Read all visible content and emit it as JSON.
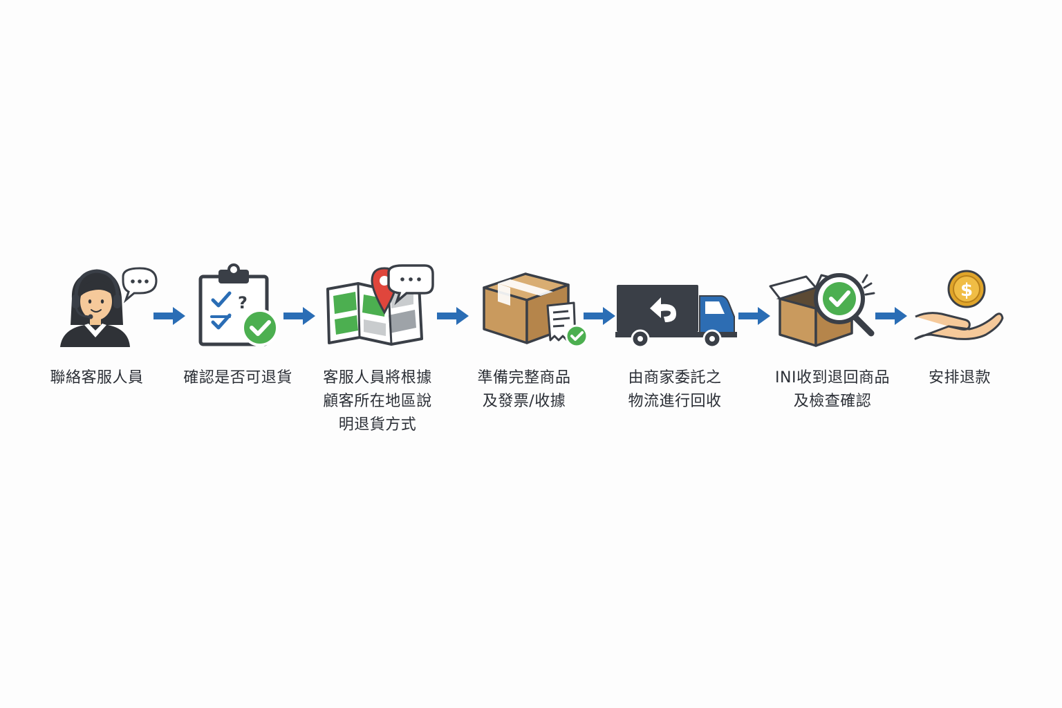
{
  "colors": {
    "arrow": "#2a6db5",
    "dark": "#3a3f47",
    "check": "#4caf50",
    "box": "#c99a5e",
    "truck_blue": "#2d6db3",
    "coin": "#e0a52a"
  },
  "steps": [
    {
      "icon": "headset-agent-icon",
      "lines": [
        "聯絡客服人員"
      ]
    },
    {
      "icon": "clipboard-check-icon",
      "lines": [
        "確認是否可退貨"
      ]
    },
    {
      "icon": "map-pin-icon",
      "lines": [
        "客服人員將根據",
        "顧客所在地區說",
        "明退貨方式"
      ]
    },
    {
      "icon": "package-receipt-icon",
      "lines": [
        "準備完整商品",
        "及發票/收據"
      ]
    },
    {
      "icon": "return-truck-icon",
      "lines": [
        "由商家委託之",
        "物流進行回收"
      ]
    },
    {
      "icon": "box-inspect-icon",
      "lines": [
        "INI收到退回商品",
        "及檢查確認"
      ]
    },
    {
      "icon": "refund-hand-coin-icon",
      "lines": [
        "安排退款"
      ]
    }
  ]
}
